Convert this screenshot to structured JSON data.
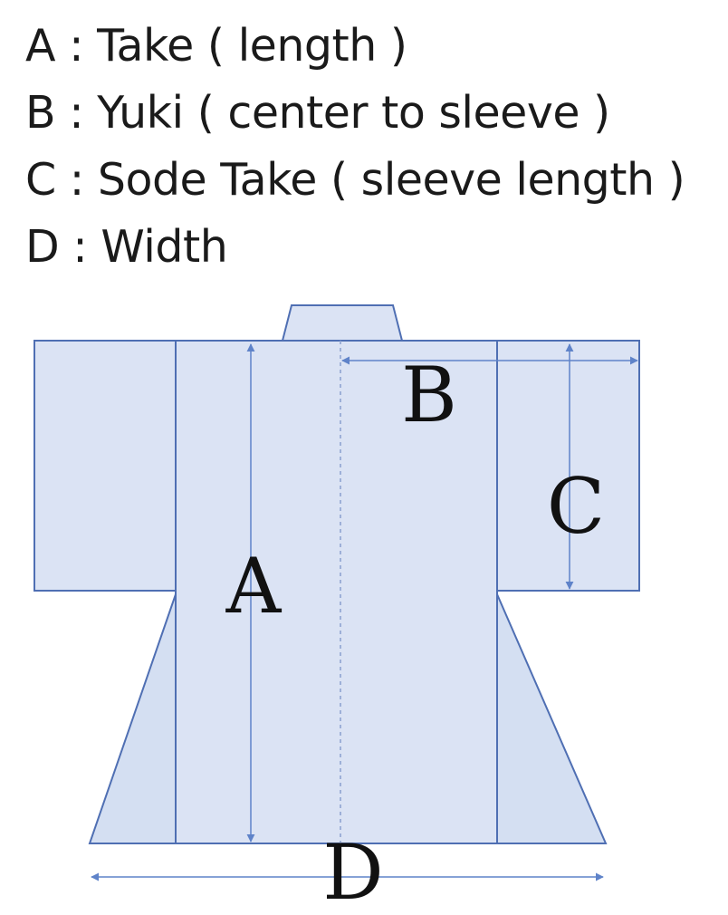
{
  "legend": [
    {
      "key": "A",
      "text": "A : Take ( length )"
    },
    {
      "key": "B",
      "text": "B : Yuki ( center to sleeve )"
    },
    {
      "key": "C",
      "text": "C : Sode Take ( sleeve length )"
    },
    {
      "key": "D",
      "text": "D : Width"
    }
  ],
  "diagram": {
    "labels": {
      "a": "A",
      "b": "B",
      "c": "C",
      "d": "D"
    },
    "colors": {
      "outline": "#4f6fb3",
      "fill_body": "#dbe3f4",
      "fill_panel": "#d4dff2",
      "arrow": "#5f83c9",
      "centerline": "#8aa0cf"
    }
  }
}
